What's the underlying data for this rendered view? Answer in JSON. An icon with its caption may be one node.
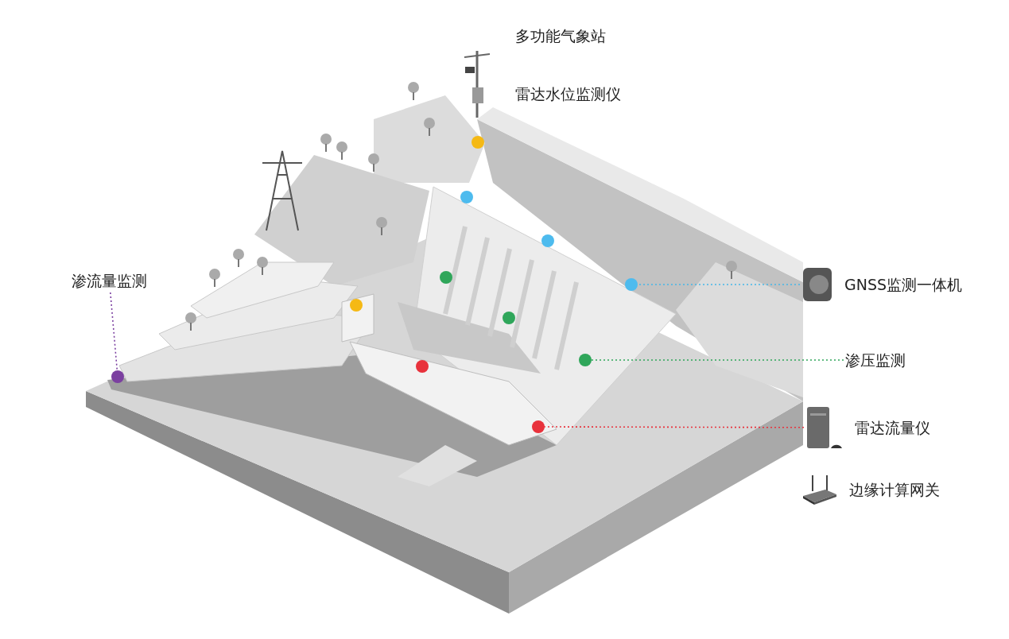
{
  "diagram": {
    "nodes": [
      {
        "text": [
          "多功能气象站"
        ]
      },
      {
        "text": [
          "雷达水位监测仪"
        ]
      },
      {
        "text": [],
        "shape": "circle"
      },
      {
        "text": [],
        "shape": "circle"
      },
      {
        "text": [],
        "shape": "circle"
      },
      {
        "text": [
          "GNSS监测一体机"
        ]
      },
      {
        "text": [
          "渗流量监测"
        ]
      },
      {
        "text": [],
        "shape": "circle"
      },
      {
        "text": [],
        "shape": "circle"
      },
      {
        "text": [],
        "shape": "circle"
      },
      {
        "text": [],
        "shape": "circle"
      },
      {
        "text": [],
        "shape": "circle"
      },
      {
        "text": [
          "渗压监测"
        ]
      },
      {
        "text": [],
        "shape": "circle"
      },
      {
        "text": [],
        "shape": "circle"
      },
      {
        "text": [
          "雷达流量仪"
        ]
      },
      {
        "text": [],
        "shape": "circle"
      },
      {
        "text": [
          "边缘计算网关"
        ]
      }
    ],
    "edges": [
      {
        "from": 6,
        "to": 14,
        "arrow": "none",
        "style": "dashed",
        "color": "#7b3fa0"
      },
      {
        "from": 5,
        "to": 8,
        "arrow": "none",
        "style": "dashed",
        "color": "#45b6e8"
      },
      {
        "from": 12,
        "to": 11,
        "arrow": "none",
        "style": "dashed",
        "color": "#2fa65a"
      },
      {
        "from": 15,
        "to": 16,
        "arrow": "none",
        "style": "dashed",
        "color": "#e8323c"
      }
    ]
  }
}
